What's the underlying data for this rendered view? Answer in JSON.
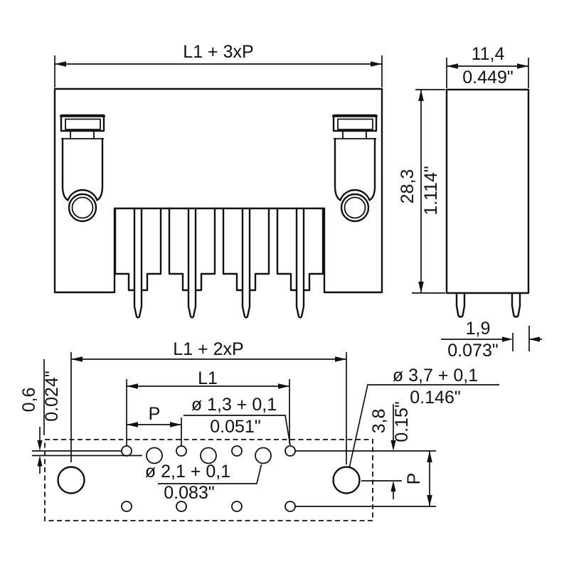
{
  "drawing": {
    "colors": {
      "line": "#111111",
      "background": "#ffffff"
    },
    "front_view": {
      "width_dim": "L1 + 3xP"
    },
    "side_view": {
      "width_mm": "11,4",
      "width_in": "0.449\"",
      "height_mm": "28,3",
      "height_in": "1.114\"",
      "pin_offset_mm": "1,9",
      "pin_offset_in": "0.073\""
    },
    "footprint": {
      "overall_dim": "L1 + 2xP",
      "inner_dim": "L1",
      "pitch_dim": "P",
      "row_pitch_dim": "P",
      "pin_hole_mm": "ø 1,3 + 0,1",
      "pin_hole_in": "0.051\"",
      "mid_hole_mm": "ø 2,1 + 0,1",
      "mid_hole_in": "0.083\"",
      "mount_hole_mm": "ø 3,7 + 0,1",
      "mount_hole_in": "0.146\"",
      "row_offset_mm": "0,6",
      "row_offset_in": "0.024\"",
      "mount_row_mm": "3,8",
      "mount_row_in": "0.15\""
    }
  }
}
